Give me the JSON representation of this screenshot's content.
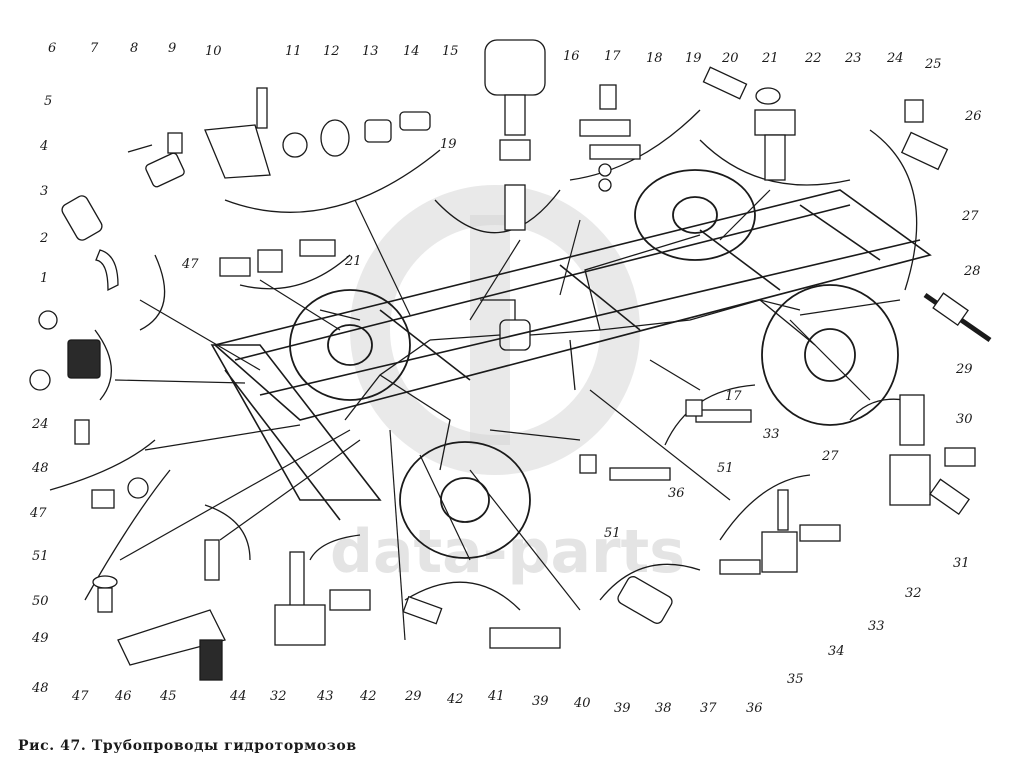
{
  "caption": "Рис. 47. Трубопроводы гидротормозов",
  "watermark": "data-parts",
  "colors": {
    "ink": "#1a1a1a",
    "watermark": "#cfcfcf",
    "background": "#ffffff"
  },
  "labels": {
    "l1": "1",
    "l2": "2",
    "l3": "3",
    "l4": "4",
    "l5": "5",
    "l6": "6",
    "l7": "7",
    "l8": "8",
    "l9": "9",
    "l10": "10",
    "l11": "11",
    "l12": "12",
    "l13": "13",
    "l14": "14",
    "l15": "15",
    "l16": "16",
    "l17": "17",
    "l18": "18",
    "l19": "19",
    "l20": "20",
    "l21": "21",
    "l22": "22",
    "l23": "23",
    "l24": "24",
    "l25": "25",
    "l26": "26",
    "l27": "27",
    "l28": "28",
    "l29": "29",
    "l30": "30",
    "l31": "31",
    "l32": "32",
    "l33": "33",
    "l34": "34",
    "l35": "35",
    "l36": "36",
    "l37": "37",
    "l38": "38",
    "l39": "39",
    "l40": "40",
    "l41": "41",
    "l42": "42",
    "l43": "43",
    "l44": "44",
    "l45": "45",
    "l46": "46",
    "l47": "47",
    "l48": "48",
    "l49": "49",
    "l50": "50",
    "l51": "51"
  }
}
